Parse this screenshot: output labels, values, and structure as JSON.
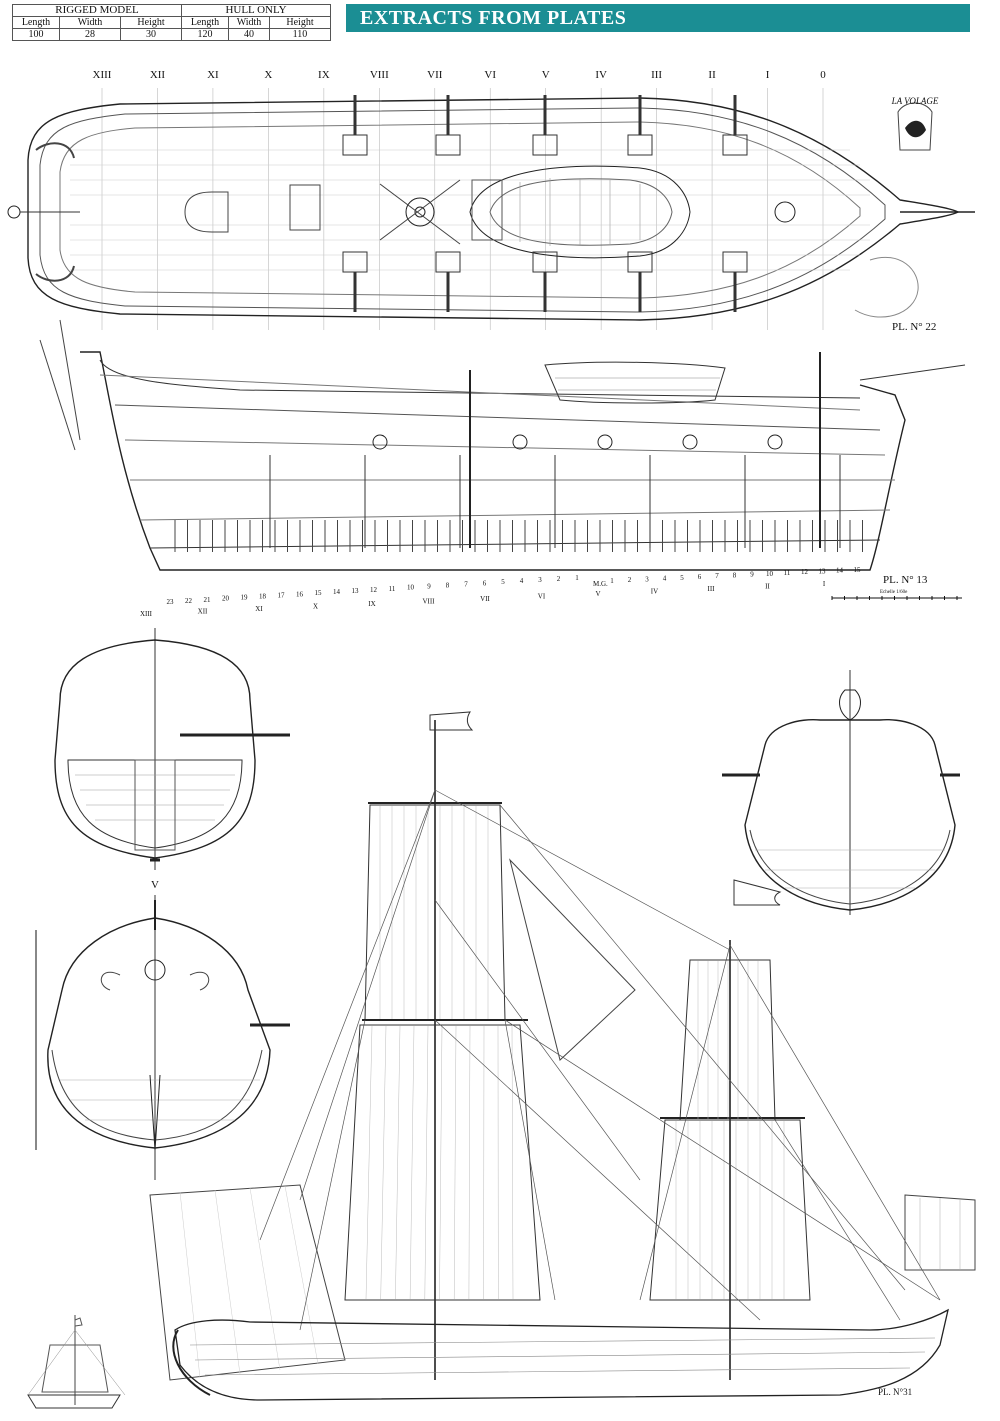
{
  "header": {
    "title": "EXTRACTS FROM PLATES",
    "accent_color": "#1b8e94"
  },
  "dimensions": {
    "groups": [
      "RIGGED MODEL",
      "HULL ONLY"
    ],
    "columns": [
      "Length",
      "Width",
      "Height",
      "Length",
      "Width",
      "Height"
    ],
    "values": [
      "100",
      "28",
      "30",
      "120",
      "40",
      "110"
    ]
  },
  "plates": {
    "deck_plan": {
      "label": "PL. N° 22",
      "frames": [
        "XIII",
        "XII",
        "XI",
        "X",
        "IX",
        "VIII",
        "VII",
        "VI",
        "V",
        "IV",
        "III",
        "II",
        "I",
        "0"
      ],
      "emblem_text": "LA VOLAGE"
    },
    "profile": {
      "label": "PL. N° 13",
      "scale_text": "Echelle 1/60e",
      "frame_numbers_aft": [
        "23",
        "22",
        "21",
        "20",
        "19",
        "18",
        "17",
        "16",
        "15",
        "14",
        "13",
        "12",
        "11",
        "10",
        "9",
        "8",
        "7",
        "6",
        "5",
        "4",
        "3",
        "2",
        "1"
      ],
      "midship": "M.G.",
      "frame_numbers_fore": [
        "1",
        "2",
        "3",
        "4",
        "5",
        "6",
        "7",
        "8",
        "9",
        "10",
        "11",
        "12",
        "13",
        "14",
        "15"
      ],
      "roman_markers": [
        "XIII",
        "XII",
        "XI",
        "X",
        "IX",
        "VIII",
        "VII",
        "VI",
        "V",
        "IV",
        "III",
        "II",
        "I"
      ]
    },
    "section_v": {
      "label": "V"
    },
    "rigging": {
      "label": "PL. N°31"
    }
  }
}
